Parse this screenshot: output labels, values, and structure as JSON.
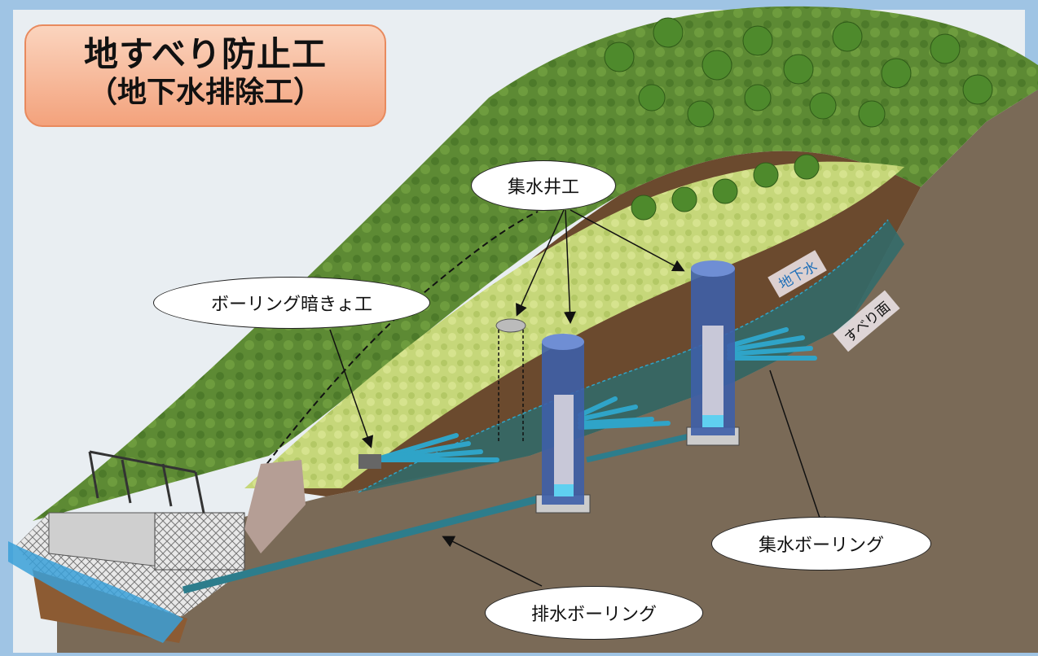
{
  "title": {
    "main": "地すべり防止工",
    "sub": "（地下水排除工）"
  },
  "callouts": {
    "well": "集水井工",
    "horizontal_drain": "ボーリング暗きょ工",
    "collect_boring": "集水ボーリング",
    "discharge_boring": "排水ボーリング"
  },
  "tags": {
    "groundwater": "地下水",
    "slip_surface": "すべり面"
  },
  "colors": {
    "sky": "#9fc4e4",
    "forest": "#5d8a34",
    "landslide_mass": "#c6d77a",
    "soil": "#6b4a2e",
    "groundwater": "#2f6b6b",
    "bedrock": "#7a6a57",
    "pipe": "#2fa4c8",
    "well": "#3e5fa8",
    "title_fill": "#f3a27c"
  }
}
